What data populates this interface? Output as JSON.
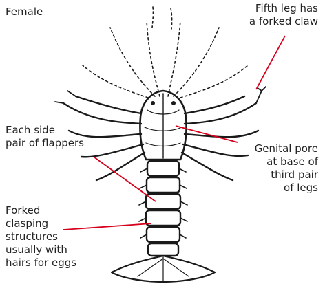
{
  "diagram": {
    "title": "Female",
    "labels": {
      "fifth_leg": [
        "Fifth leg has",
        "a forked claw"
      ],
      "side_flappers": [
        "Each side",
        "pair of flappers"
      ],
      "genital_pore": [
        "Genital pore",
        "at base of",
        "third pair",
        "of legs"
      ],
      "clasping": [
        "Forked",
        "clasping",
        "structures",
        "usually with",
        "hairs for eggs"
      ]
    },
    "colors": {
      "leader_line": "#d6001c",
      "ink": "#1a1a1a",
      "text": "#222222",
      "background": "#ffffff"
    }
  }
}
